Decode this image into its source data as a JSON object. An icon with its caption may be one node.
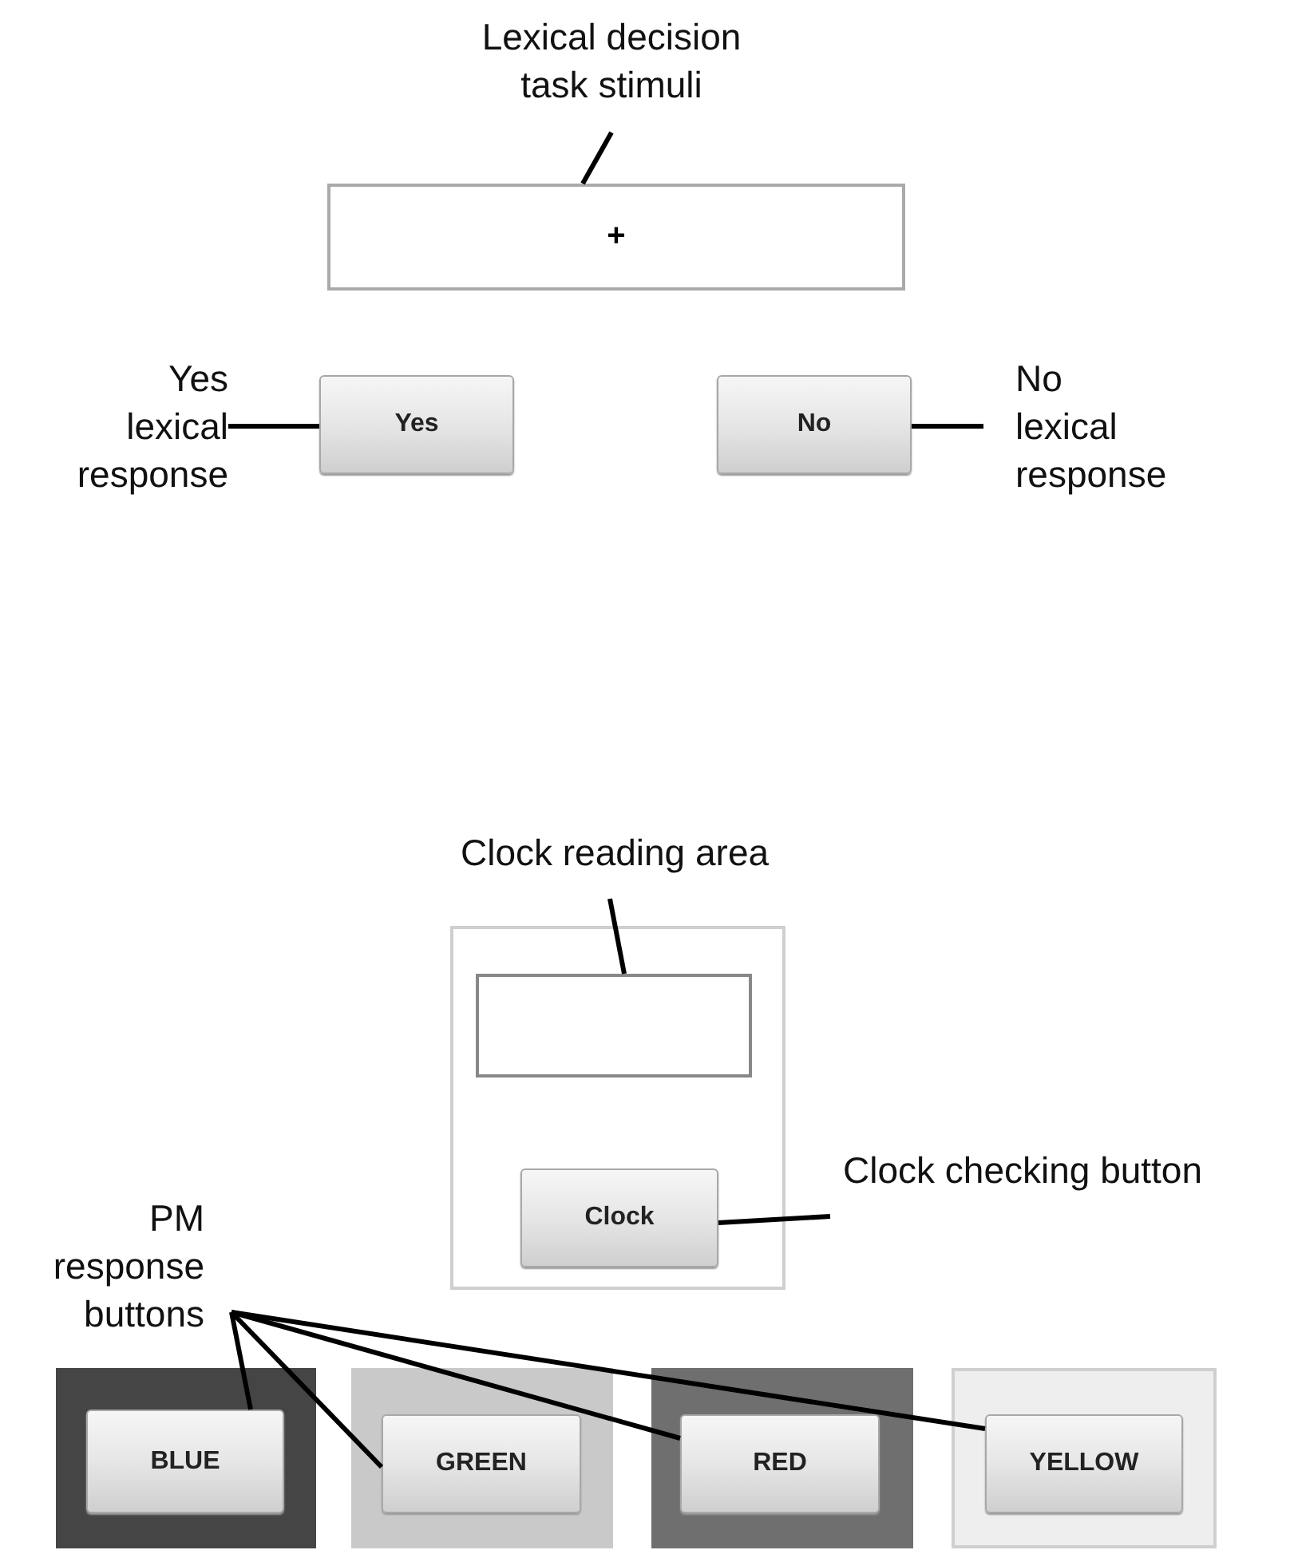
{
  "diagram": {
    "nodes": [
      {
        "text": [
          "Lexical decision task stimuli"
        ]
      },
      {
        "text": [
          "+"
        ]
      },
      {
        "text": [
          "Yes lexical response"
        ]
      },
      {
        "text": [
          "Yes"
        ]
      },
      {
        "text": [
          "No"
        ]
      },
      {
        "text": [
          "No lexical response"
        ]
      },
      {
        "text": [
          "Clock reading area"
        ]
      },
      {
        "text": [],
        "shape": "box"
      },
      {
        "text": [],
        "shape": "box",
        "in": 7
      },
      {
        "text": [
          "Clock"
        ],
        "in": 7
      },
      {
        "text": [
          "Clock checking button"
        ]
      },
      {
        "text": [
          "PM response buttons"
        ]
      },
      {
        "text": [],
        "shape": "box"
      },
      {
        "text": [
          "BLUE"
        ],
        "in": 12
      },
      {
        "text": [],
        "shape": "box"
      },
      {
        "text": [
          "GREEN"
        ],
        "in": 14
      },
      {
        "text": [],
        "shape": "box"
      },
      {
        "text": [
          "RED"
        ],
        "in": 16
      },
      {
        "text": [],
        "shape": "box"
      },
      {
        "text": [
          "YELLOW"
        ],
        "in": 18
      }
    ],
    "edges": [
      {
        "from": 0,
        "to": 1,
        "arrow": "none"
      },
      {
        "from": 2,
        "to": 3,
        "arrow": "none"
      },
      {
        "from": 5,
        "to": 4,
        "arrow": "none"
      },
      {
        "from": 6,
        "to": 8,
        "arrow": "none"
      },
      {
        "from": 10,
        "to": 9,
        "arrow": "none"
      },
      {
        "from": 11,
        "to": 13,
        "arrow": "none"
      },
      {
        "from": 11,
        "to": 15,
        "arrow": "none"
      },
      {
        "from": 11,
        "to": 17,
        "arrow": "none"
      },
      {
        "from": 11,
        "to": 19,
        "arrow": "none"
      }
    ]
  }
}
